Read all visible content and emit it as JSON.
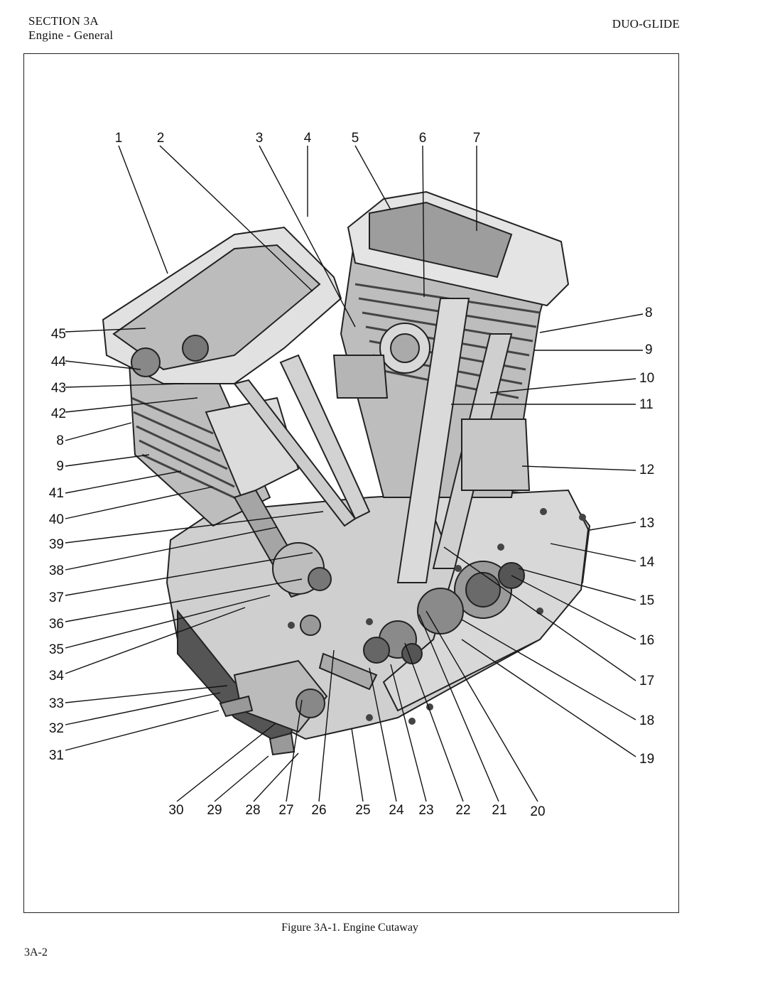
{
  "header": {
    "section": "SECTION 3A",
    "subsection": "Engine - General",
    "model": "DUO-GLIDE"
  },
  "figure": {
    "caption": "Figure 3A-1. Engine Cutaway",
    "callouts_top": [
      "1",
      "2",
      "3",
      "4",
      "5",
      "6",
      "7"
    ],
    "callouts_right": [
      "8",
      "9",
      "10",
      "11",
      "12",
      "13",
      "14",
      "15",
      "16",
      "17",
      "18",
      "19"
    ],
    "callouts_bottom": [
      "20",
      "21",
      "22",
      "23",
      "24",
      "25",
      "26",
      "27",
      "28",
      "29",
      "30"
    ],
    "callouts_left": [
      "31",
      "32",
      "33",
      "34",
      "35",
      "36",
      "37",
      "38",
      "39",
      "40",
      "41",
      "9",
      "8",
      "42",
      "43",
      "44",
      "45"
    ]
  },
  "footer": {
    "page_number": "3A-2"
  }
}
